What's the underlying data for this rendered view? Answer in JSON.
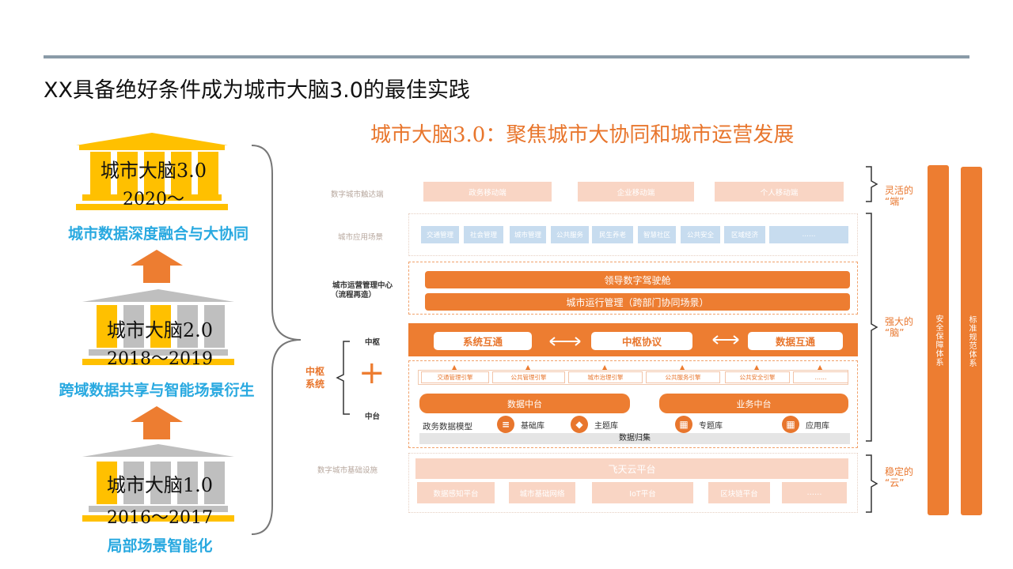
{
  "page_title": "XX具备绝好条件成为城市大脑3.0的最佳实践",
  "diagram_title": "城市大脑3.0：聚焦城市大协同和城市运营发展",
  "evolution": [
    {
      "label": "城市大脑3.0",
      "years": "2020～",
      "caption": "城市数据深度融合与大协同"
    },
    {
      "label": "城市大脑2.0",
      "years": "2018～2019",
      "caption": "跨域数据共享与智能场景衍生"
    },
    {
      "label": "城市大脑1.0",
      "years": "2016～2017",
      "caption": "局部场景智能化"
    }
  ],
  "colors": {
    "accent": "#ED7D31",
    "caption_blue": "#29A9E0",
    "gold": "#FFC000",
    "grey": "#BFBFBF"
  },
  "layers": {
    "touch": {
      "label": "数字城市触达端",
      "items": [
        "政务移动端",
        "企业移动端",
        "个人移动端"
      ]
    },
    "scenes": {
      "label": "城市应用场景",
      "items": [
        "交通管理",
        "社会管理",
        "城市管理",
        "公共服务",
        "民生养老",
        "智慧社区",
        "公共安全",
        "区域经济",
        "……"
      ]
    },
    "ops_center": {
      "label": "城市运营管理中心",
      "sublabel": "（流程再造）",
      "bars": [
        "领导数字驾驶舱",
        "城市运行管理（跨部门协同场景）"
      ]
    },
    "hub": {
      "group_label": "中枢系统",
      "top_label": "中枢",
      "bottom_label": "中台",
      "plus": "+",
      "pills": [
        "系统互通",
        "中枢协议",
        "数据互通"
      ]
    },
    "midplatform": {
      "engines": [
        "交通管理引擎",
        "公共管理引擎",
        "城市治理引擎",
        "公共服务引擎",
        "公共安全引擎",
        "……"
      ],
      "data_platform": "数据中台",
      "business_platform": "业务中台",
      "model_label": "政务数据模型",
      "databases": [
        "基础库",
        "主题库",
        "专题库",
        "应用库"
      ],
      "collection": "数据归集"
    },
    "infrastructure": {
      "label": "数字城市基础设施",
      "cloud": "飞天云平台",
      "items": [
        "数据感知平台",
        "城市基础网络",
        "IoT平台",
        "区块链平台",
        "……"
      ]
    }
  },
  "brackets": [
    {
      "line1": "灵活的",
      "line2": "“端”"
    },
    {
      "line1": "强大的",
      "line2": "“脑”"
    },
    {
      "line1": "稳定的",
      "line2": "“云”"
    }
  ],
  "side_bars": [
    "安全保障体系",
    "标准规范体系"
  ]
}
